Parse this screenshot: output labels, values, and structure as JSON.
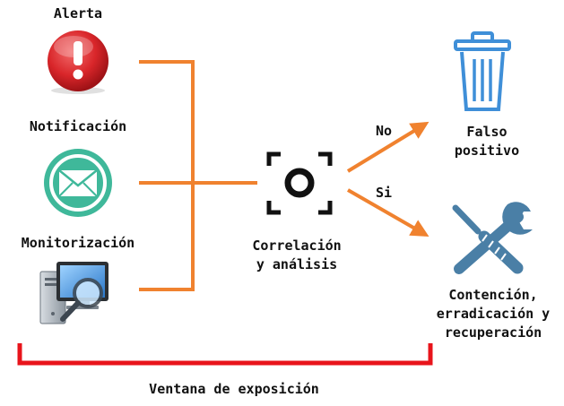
{
  "inputs": {
    "alert": "Alerta",
    "notification": "Notificación",
    "monitoring": "Monitorización"
  },
  "process": {
    "line1": "Correlación",
    "line2": "y análisis"
  },
  "branches": {
    "no": "No",
    "yes": "Si"
  },
  "outcomes": {
    "false_positive_line1": "Falso",
    "false_positive_line2": "positivo",
    "response_line1": "Contención,",
    "response_line2": "erradicación y",
    "response_line3": "recuperación"
  },
  "footer": {
    "window_label": "Ventana de exposición"
  },
  "icons": {
    "alert": "alert-icon",
    "notification": "mail-icon",
    "monitoring": "monitor-magnifier-icon",
    "process": "camera-focus-icon",
    "false_positive": "trash-icon",
    "response": "tools-icon"
  },
  "colors": {
    "connector": "#f0822f",
    "exposure_bracket": "#e8141b",
    "alert_red": "#d9262a",
    "mail_teal": "#3fb89a",
    "trash_blue": "#3f8fd8",
    "tools_blue": "#4a7fa6"
  }
}
